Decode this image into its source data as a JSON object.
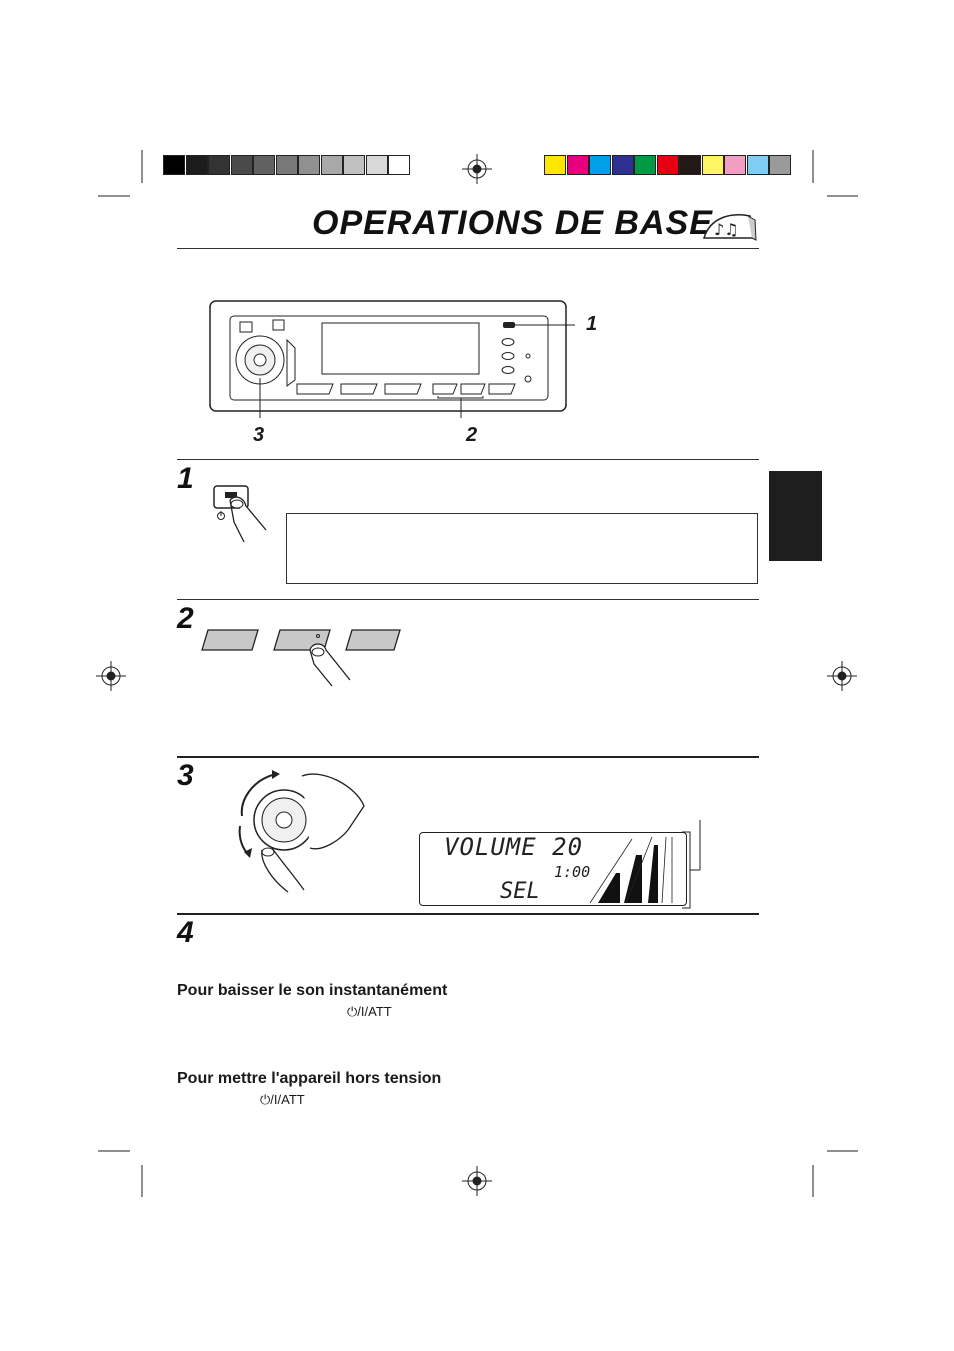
{
  "page": {
    "title": "OPERATIONS DE BASE",
    "title_icon": "music-notes-icon"
  },
  "color_bars": {
    "grayscale": [
      "#000000",
      "#1c1c1c",
      "#333333",
      "#4a4a4a",
      "#616161",
      "#787878",
      "#909090",
      "#a8a8a8",
      "#c0c0c0",
      "#d8d8d8",
      "#ffffff"
    ],
    "colors": [
      "#ffe600",
      "#e6007e",
      "#00a0e9",
      "#2e3192",
      "#009944",
      "#e60012",
      "#231815",
      "#fff462",
      "#f19ec2",
      "#7ecef4",
      "#9a9a9a"
    ]
  },
  "diagram": {
    "callouts": [
      "1",
      "3",
      "2"
    ]
  },
  "steps": [
    "1",
    "2",
    "3",
    "4"
  ],
  "lcd": {
    "line1": "VOLUME   20",
    "clock": "1:00",
    "line3": "SEL"
  },
  "sections": [
    {
      "heading": "Pour baisser le son instantanément",
      "button": "⏻/I/ATT"
    },
    {
      "heading": "Pour mettre l'appareil hors tension",
      "button": "⏻/I/ATT"
    }
  ]
}
